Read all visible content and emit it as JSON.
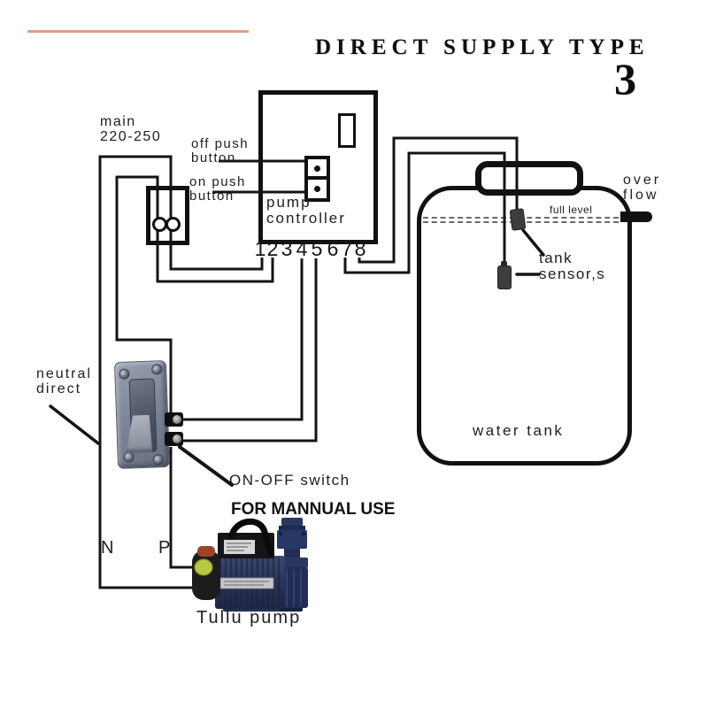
{
  "title": {
    "text": "DIRECT SUPPLY TYPE",
    "number": "3"
  },
  "labels": {
    "main_supply": [
      "main",
      "220-250"
    ],
    "off_push": [
      "off push",
      "button"
    ],
    "on_push": [
      "on push",
      "button"
    ],
    "controller": [
      "pump",
      "controller"
    ],
    "neutral": [
      "neutral",
      "direct"
    ],
    "switch": "ON-OFF switch",
    "manual": "FOR MANNUAL USE",
    "wire_n": "N",
    "wire_p": "P",
    "pump": "Tullu pump",
    "overflow": [
      "over",
      "flow"
    ],
    "full_level": "full level",
    "sensor": [
      "tank",
      "sensor,s"
    ],
    "water_tank": "water tank"
  },
  "terminals": [
    "1",
    "2",
    "3",
    "4",
    "5",
    "6",
    "7",
    "8"
  ],
  "colors": {
    "accent_line": "#e0a083",
    "wire": "#141414",
    "sensor_body": "#3d3d3d",
    "switch_plate": "#7e8798",
    "pump_navy": "#2b3559",
    "sticker_green": "#b8c742"
  }
}
